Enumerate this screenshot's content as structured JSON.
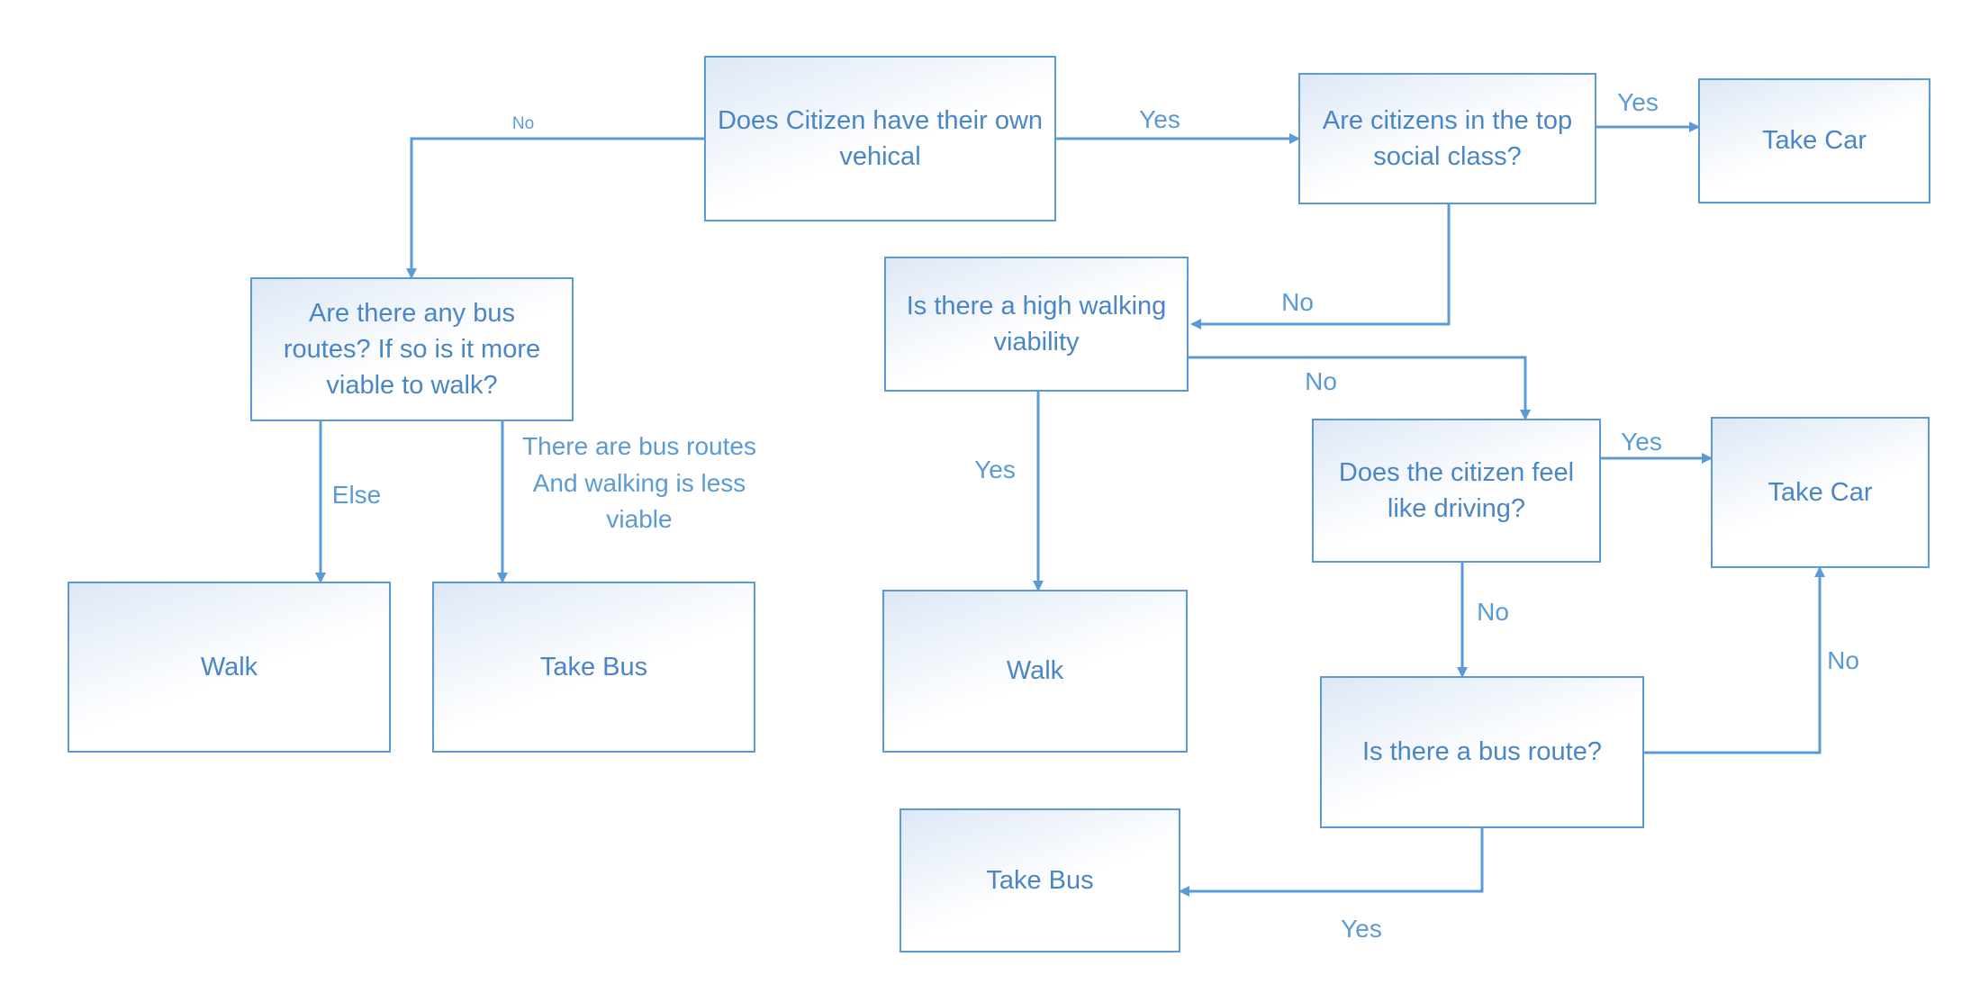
{
  "diagram": {
    "accent_color": "#5b9bd5",
    "text_color": "#4a86c5",
    "nodes": {
      "own_vehicle": "Does Citizen have their own vehical",
      "top_class": "Are citizens in the top social class?",
      "take_car_1": "Take Car",
      "bus_routes": "Are there any bus routes? If so is it more viable to walk?",
      "walk_left": "Walk",
      "take_bus_left": "Take Bus",
      "walking_viability": "Is there a high walking viability",
      "walk_mid": "Walk",
      "feel_driving": "Does the citizen feel like driving?",
      "take_car_2": "Take Car",
      "bus_route": "Is there a bus route?",
      "take_bus_bottom": "Take Bus"
    },
    "edge_labels": {
      "own_no": "No",
      "own_yes": "Yes",
      "class_yes": "Yes",
      "class_no": "No",
      "walkviab_no": "No",
      "walkviab_yes": "Yes",
      "bus_else": "Else",
      "bus_less_viable": "There are bus routes And walking is less viable",
      "drive_yes": "Yes",
      "drive_no": "No",
      "route_no": "No",
      "route_yes": "Yes"
    }
  }
}
